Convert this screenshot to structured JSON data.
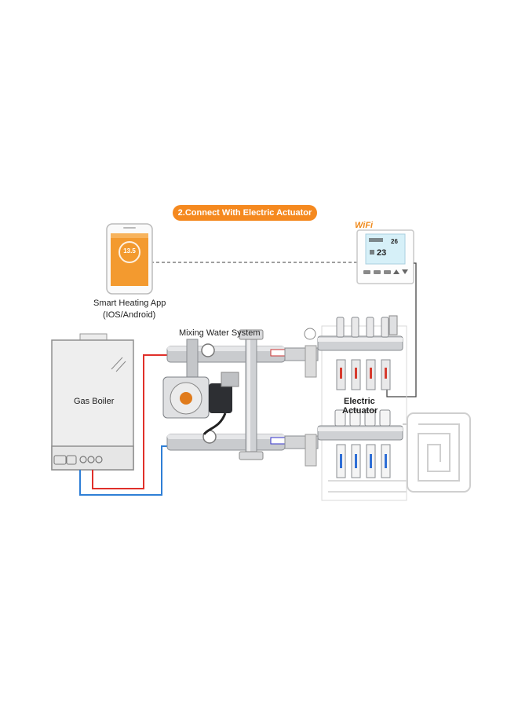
{
  "banner": {
    "text": "2.Connect With Electric Actuator"
  },
  "phone": {
    "temperature": "13.5",
    "app_label": "Smart Heating App",
    "platforms": "(IOS/Android)"
  },
  "thermostat": {
    "wifi_label": "WiFi",
    "temperature": "23",
    "setpoint": "26"
  },
  "boiler": {
    "label": "Gas Boiler"
  },
  "mixing": {
    "label": "Mixing Water System"
  },
  "actuator": {
    "label_line1": "Electric",
    "label_line2": "Actuator"
  },
  "colors": {
    "accent": "#f5891f",
    "hot_pipe": "#e0302a",
    "cold_pipe": "#2f7fd6",
    "wire": "#444444",
    "floor_pipe": "#d0d0d0"
  }
}
